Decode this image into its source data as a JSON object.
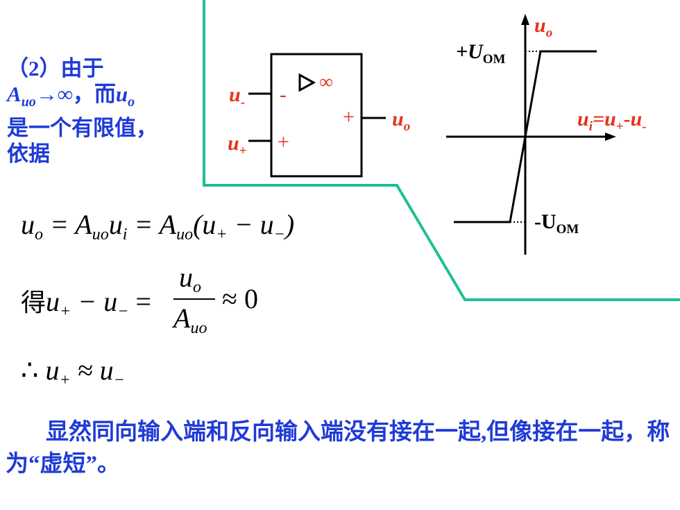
{
  "intro": {
    "line1": "（2）由于",
    "line2_prefix": "A",
    "line2_sub": "uo",
    "line2_mid": "→∞，而",
    "line2_var": "u",
    "line2_var_sub": "o",
    "line3": "是一个有限值，",
    "line4": "依据"
  },
  "opamp": {
    "input_neg_label": "u",
    "input_neg_sub": "-",
    "input_pos_label": "u",
    "input_pos_sub": "+",
    "output_label": "u",
    "output_sub": "o",
    "minus_sign": "-",
    "plus_sign_in": "+",
    "plus_sign_out": "+",
    "infinity": "∞"
  },
  "transfer_curve": {
    "y_axis_label": "u",
    "y_axis_sub": "o",
    "x_axis_label": "u",
    "x_axis_sub": "i",
    "x_axis_eq": "=u",
    "x_axis_plus": "+",
    "x_axis_minus_part": "-u",
    "x_axis_minus": "-",
    "pos_sat_prefix": "+U",
    "pos_sat_sub": "OM",
    "neg_sat_prefix": "-U",
    "neg_sat_sub": "OM"
  },
  "equations": {
    "eq1": {
      "a": "u",
      "a_sub": "o",
      "b": " = A",
      "b_sub": "uo",
      "c": "u",
      "c_sub": "i",
      "d": " = A",
      "d_sub": "uo",
      "e": "(u",
      "e_sub": "+",
      "f": " − u",
      "f_sub": "−",
      "g": ")"
    },
    "eq2": {
      "prefix": "得",
      "a": "u",
      "a_sub": "+",
      "b": " − u",
      "b_sub": "−",
      "c": " =",
      "num": "u",
      "num_sub": "o",
      "den": "A",
      "den_sub": "uo",
      "d": "≈ 0"
    },
    "eq3": {
      "therefore": "∴",
      "a": " u",
      "a_sub": "+",
      "b": " ≈ u",
      "b_sub": "−"
    }
  },
  "conclusion": "显然同向输入端和反向输入端没有接在一起,但像接在一起，称为“虚短”。",
  "colors": {
    "text_blue": "#1f3bd6",
    "label_red": "#e8321e",
    "frame_teal": "#1fbf96"
  }
}
